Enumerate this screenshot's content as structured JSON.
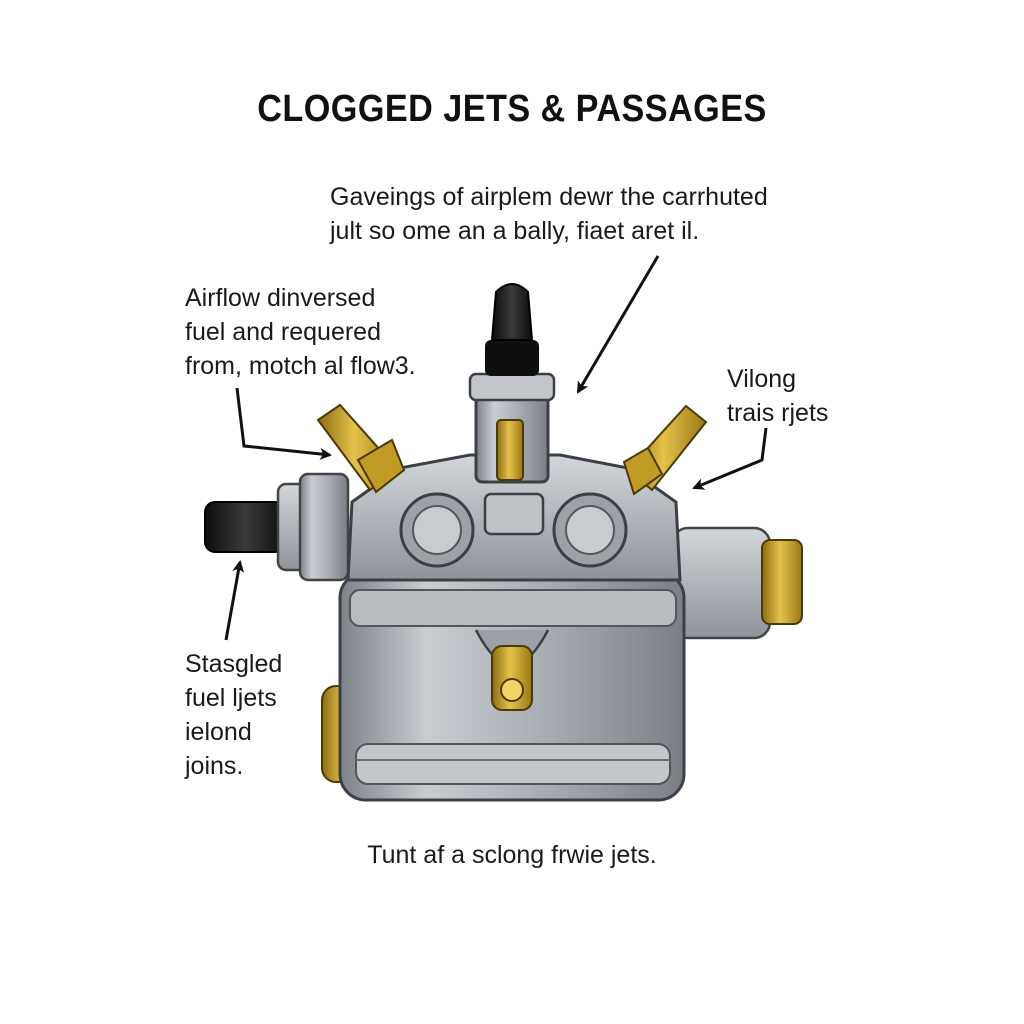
{
  "title": "CLOGGED JETS & PASSAGES",
  "callouts": {
    "top": [
      "Gaveings of airplem dewr the carrhuted",
      "jult so ome an a bally, fiaet aret il."
    ],
    "left": [
      "Airflow dinversed",
      "fuel and requered",
      "from, motch al flow3."
    ],
    "right": [
      "Vilong",
      "trais rjets"
    ],
    "lower_left": [
      "Stasgled",
      "fuel ljets",
      "ielond",
      "joins."
    ],
    "bottom": "Tunt af a sclong frwie jets."
  },
  "colors": {
    "body_metal": "#a9adb3",
    "brass": "#c9a227",
    "rubber": "#1c1c1c",
    "arrow": "#111111"
  },
  "icons": [
    "carburetor-illustration",
    "arrow-icon"
  ]
}
